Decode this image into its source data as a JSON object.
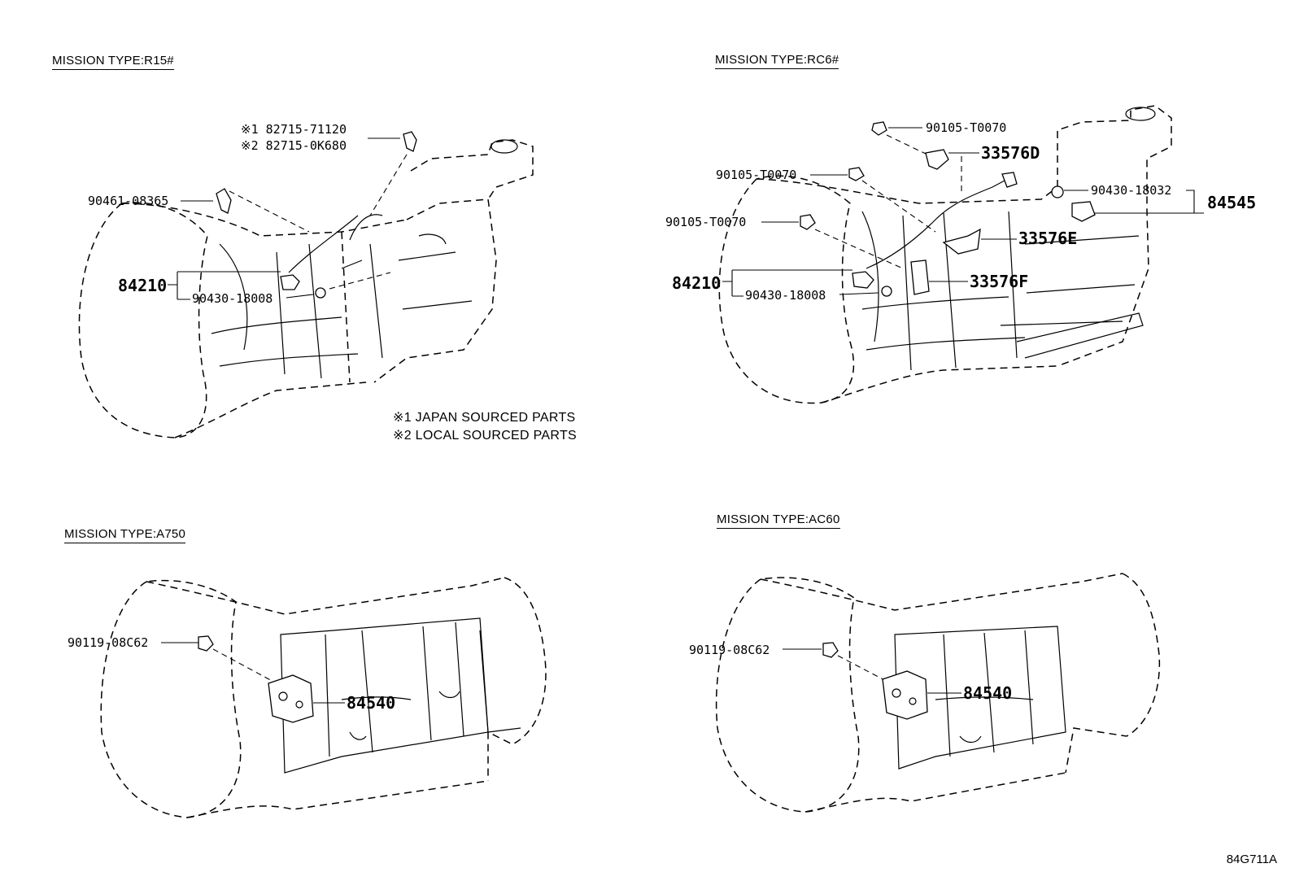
{
  "sections": {
    "r15": {
      "title": "MISSION TYPE:R15#",
      "labels": {
        "p82715_jp": "※1 82715-71120",
        "p82715_local": "※2 82715-0K680",
        "p90461": "90461-08365",
        "p84210": "84210",
        "p90430": "90430-18008"
      },
      "notes": [
        "※1 JAPAN SOURCED PARTS",
        "※2 LOCAL SOURCED PARTS"
      ]
    },
    "rc6": {
      "title": "MISSION TYPE:RC6#",
      "labels": {
        "p90105_a": "90105-T0070",
        "p90105_b": "90105-T0070",
        "p90105_c": "90105-T0070",
        "p33576d": "33576D",
        "p33576e": "33576E",
        "p33576f": "33576F",
        "p90430_18032": "90430-18032",
        "p84545": "84545",
        "p84210": "84210",
        "p90430_18008": "90430-18008"
      }
    },
    "a750": {
      "title": "MISSION TYPE:A750",
      "labels": {
        "p90119": "90119-08C62",
        "p84540": "84540"
      }
    },
    "ac60": {
      "title": "MISSION TYPE:AC60",
      "labels": {
        "p90119": "90119-08C62",
        "p84540": "84540"
      }
    }
  },
  "diagram_code": "84G711A"
}
